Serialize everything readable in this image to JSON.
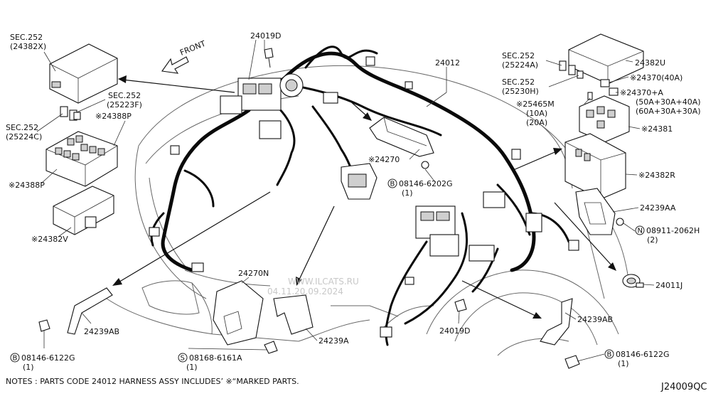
{
  "diagram_code": "J24009QC",
  "notes": "NOTES : PARTS CODE 24012 HARNESS ASSY INCLUDES’ ※“MARKED PARTS.",
  "front_label": "FRONT",
  "watermark": {
    "site": "WWW.ILCATS.RU",
    "date": "04.11.20.09.2024"
  },
  "callouts": {
    "c1": {
      "l1": "SEC.252",
      "l2": "(24382X)"
    },
    "c2": {
      "l1": "SEC.252",
      "l2": "(25223F)"
    },
    "c3": {
      "l1": "SEC.252",
      "l2": "(25224C)"
    },
    "c4": {
      "l1": "※24388P"
    },
    "c5": {
      "l1": "※24388P"
    },
    "c6": {
      "l1": "※24382V"
    },
    "c7": {
      "l1": "24019D"
    },
    "c8": {
      "l1": "24012"
    },
    "c9": {
      "l1": "SEC.252",
      "l2": "(25224A)"
    },
    "c10": {
      "l1": "SEC.252",
      "l2": "(25230H)"
    },
    "c11": {
      "l1": "24382U"
    },
    "c12": {
      "l1": "※24370(40A)"
    },
    "c13": {
      "l1": "※24370+A",
      "l2": "(50A+30A+40A)",
      "l3": "(60A+30A+30A)"
    },
    "c14": {
      "l1": "※25465M",
      "l2": "(10A)",
      "l3": "(20A)"
    },
    "c15": {
      "l1": "※24381"
    },
    "c16": {
      "l1": "※24270"
    },
    "c17": {
      "l1": "08146-6202G",
      "l2": "(1)",
      "badge": "B"
    },
    "c18": {
      "l1": "※24382R"
    },
    "c19": {
      "l1": "24239AA"
    },
    "c20": {
      "l1": "08911-2062H",
      "l2": "(2)",
      "badge": "N"
    },
    "c21": {
      "l1": "24011J"
    },
    "c22": {
      "l1": "24270N"
    },
    "c23": {
      "l1": "24239AB"
    },
    "c24": {
      "l1": "24239A"
    },
    "c25": {
      "l1": "24019D"
    },
    "c26": {
      "l1": "24239AB"
    },
    "c27": {
      "l1": "08146-6122G",
      "l2": "(1)",
      "badge": "B"
    },
    "c28": {
      "l1": "08168-6161A",
      "l2": "(1)",
      "badge": "S"
    },
    "c29": {
      "l1": "08146-6122G",
      "l2": "(1)",
      "badge": "B"
    }
  }
}
